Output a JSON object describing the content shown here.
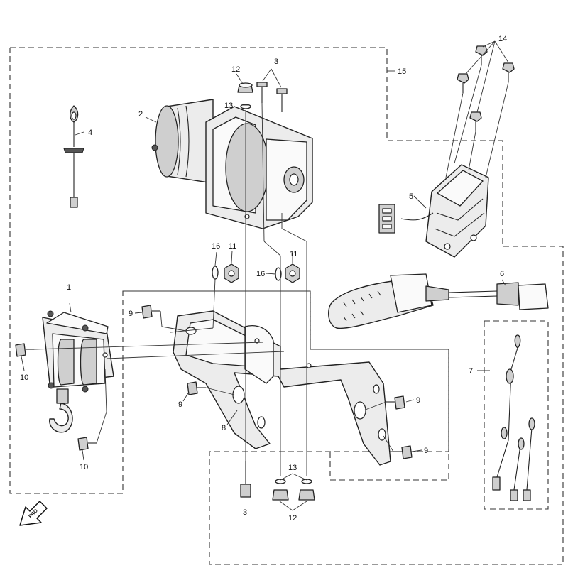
{
  "diagram": {
    "callouts": {
      "c1": "1",
      "c2": "2",
      "c3_top": "3",
      "c3_bottom": "3",
      "c4": "4",
      "c5": "5",
      "c6": "6",
      "c7": "7",
      "c8": "8",
      "c9_a": "9",
      "c9_b": "9",
      "c9_c": "9",
      "c9_d": "9",
      "c10_a": "10",
      "c10_b": "10",
      "c11_a": "11",
      "c11_b": "11",
      "c12_top": "12",
      "c12_bottom": "12",
      "c13_top": "13",
      "c13_bottom": "13",
      "c14": "14",
      "c15": "15",
      "c16_a": "16",
      "c16_b": "16"
    },
    "direction_arrow_label": "FRO"
  }
}
